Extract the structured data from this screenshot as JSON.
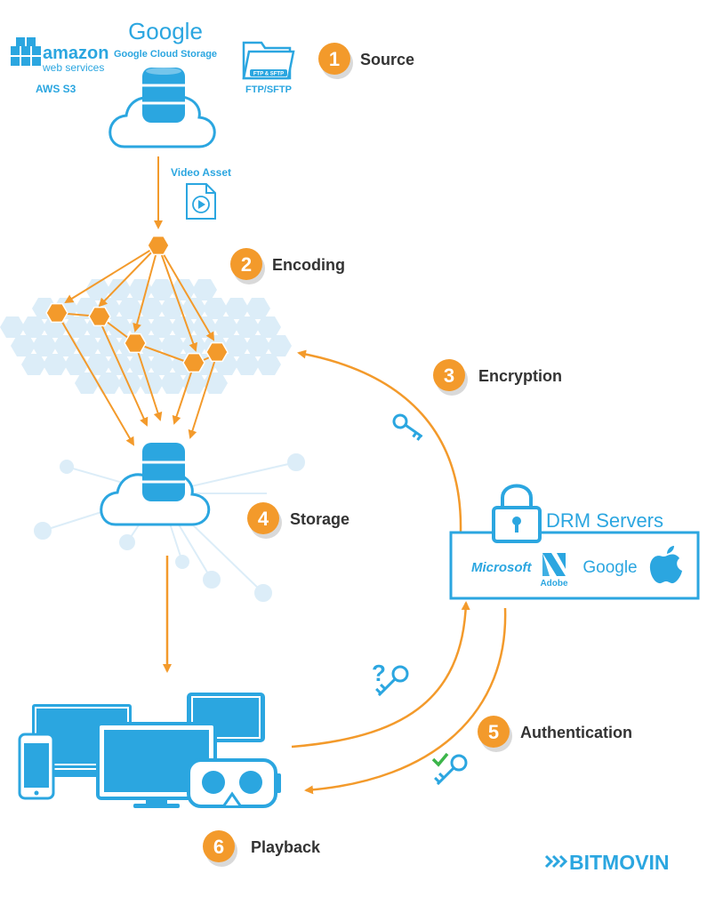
{
  "steps": [
    {
      "num": "1",
      "label": "Source"
    },
    {
      "num": "2",
      "label": "Encoding"
    },
    {
      "num": "3",
      "label": "Encryption"
    },
    {
      "num": "4",
      "label": "Storage"
    },
    {
      "num": "5",
      "label": "Authentication"
    },
    {
      "num": "6",
      "label": "Playback"
    }
  ],
  "sources": {
    "aws": {
      "brand": "amazon",
      "sub": "web services",
      "caption": "AWS S3"
    },
    "google": {
      "brand": "Google",
      "caption": "Google Cloud Storage"
    },
    "ftp": {
      "folder_tag": "FTP & SFTP",
      "caption": "FTP/SFTP"
    }
  },
  "video_asset": "Video Asset",
  "drm": {
    "title": "DRM Servers",
    "vendors": {
      "microsoft": "Microsoft",
      "adobe": "Adobe",
      "google": "Google"
    }
  },
  "brand": "BITMOVIN",
  "colors": {
    "orange": "#f39a2b",
    "blue": "#2ba6e0",
    "light_blue": "#dcedf8",
    "green": "#3cb54a",
    "text": "#333333"
  }
}
